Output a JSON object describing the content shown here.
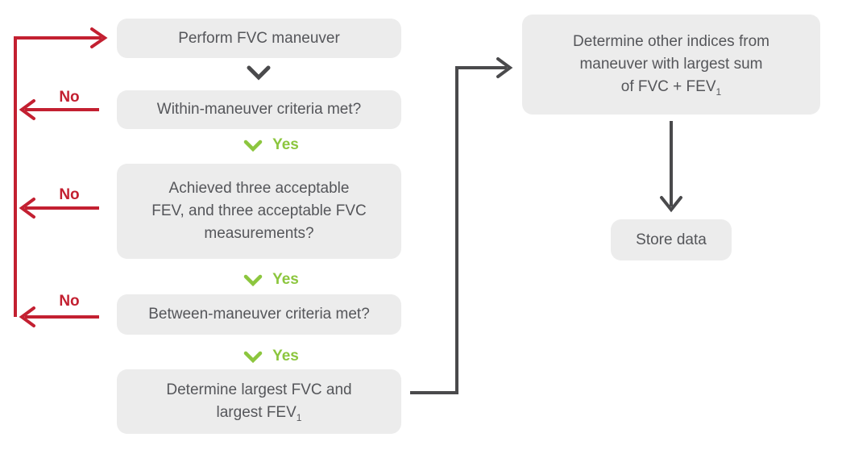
{
  "colors": {
    "red": "#c32031",
    "green": "#8cc63e",
    "dark": "#4a4a4c",
    "box_bg": "#ececec",
    "box_text": "#55565a"
  },
  "labels": {
    "no": "No",
    "yes": "Yes"
  },
  "flow": {
    "perform": "Perform FVC maneuver",
    "within": "Within-maneuver criteria met?",
    "achieved_l1": "Achieved three acceptable",
    "achieved_l2": "FEV, and three acceptable FVC",
    "achieved_l3": "measurements?",
    "between": "Between-maneuver criteria met?",
    "determine_l1": "Determine largest FVC and",
    "determine_l2": "largest FEV",
    "determine_sub": "1",
    "indices_l1": "Determine other indices from",
    "indices_l2": "maneuver with largest sum",
    "indices_l3": "of FVC + FEV",
    "indices_sub": "1",
    "store": "Store data"
  }
}
